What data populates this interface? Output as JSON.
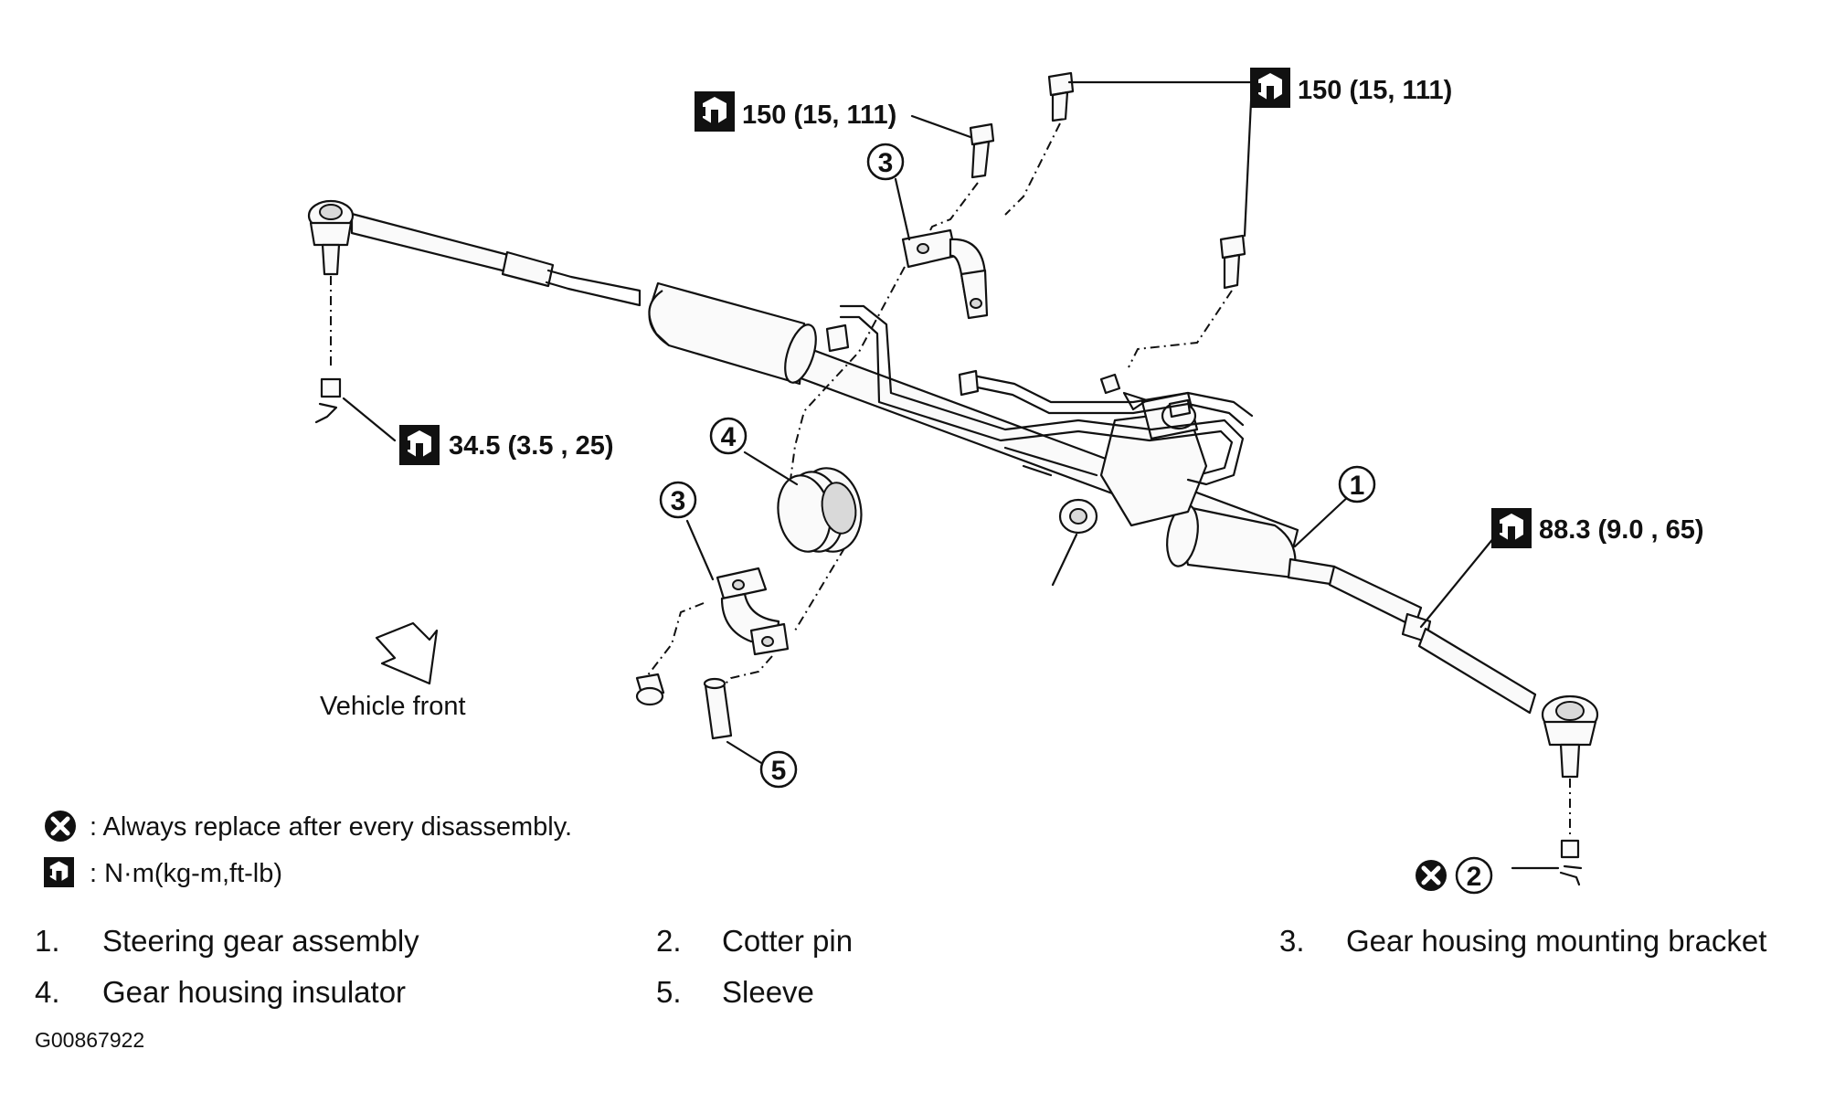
{
  "torques": {
    "bolt_left": "150 (15, 111)",
    "bolt_right": "150 (15, 111)",
    "tie_rod_nut_left": "34.5 (3.5 , 25)",
    "tie_rod_locknut_right": "88.3 (9.0 , 65)"
  },
  "callouts": {
    "c1": "1",
    "c2": "2",
    "c3_top": "3",
    "c3_bottom": "3",
    "c4": "4",
    "c5": "5"
  },
  "vehicle_front_label": "Vehicle front",
  "legend": {
    "replace_text": ": Always replace after every disassembly.",
    "torque_text": ": N·m(kg-m,ft-lb)"
  },
  "parts_list": [
    {
      "num": "1.",
      "name": "Steering gear assembly"
    },
    {
      "num": "2.",
      "name": "Cotter pin"
    },
    {
      "num": "3.",
      "name": "Gear housing mounting bracket"
    },
    {
      "num": "4.",
      "name": "Gear housing insulator"
    },
    {
      "num": "5.",
      "name": "Sleeve"
    }
  ],
  "figure_id": "G00867922",
  "icons": {
    "torque": "torque-wrench-icon",
    "replace": "always-replace-icon",
    "front_arrow": "vehicle-front-arrow-icon"
  }
}
